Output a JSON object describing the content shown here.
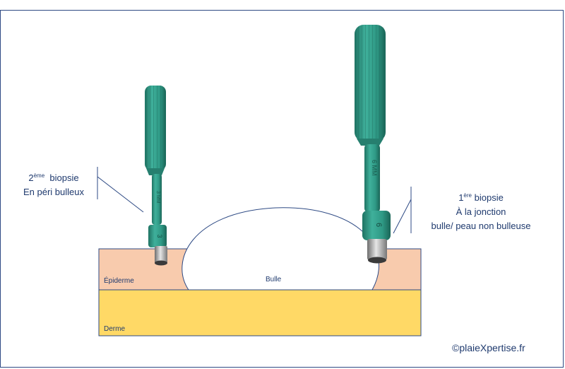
{
  "colors": {
    "frame": "#2e4a84",
    "epidermis": "#f8cbad",
    "dermis": "#ffd966",
    "instrument": "#2f9a86",
    "instrument_dark": "#1f7363",
    "metal": "#9a9a9a",
    "text": "#1f3a6e",
    "annotation_line": "#2e4a84"
  },
  "biopsy2": {
    "number": "2",
    "superscript": "ème",
    "word": "biopsie",
    "line2": "En péri bulleux"
  },
  "biopsy1": {
    "number": "1",
    "superscript": "ère",
    "word": "biopsie",
    "line2": "À la jonction",
    "line3": "bulle/ peau non bulleuse"
  },
  "layers": {
    "epidermis": "Épiderme",
    "bulla": "Bulle",
    "dermis": "Derme"
  },
  "copyright": "©plaieXpertise.fr",
  "instrument_icons": [
    "biopsy-punch-icon",
    "biopsy-punch-icon"
  ]
}
